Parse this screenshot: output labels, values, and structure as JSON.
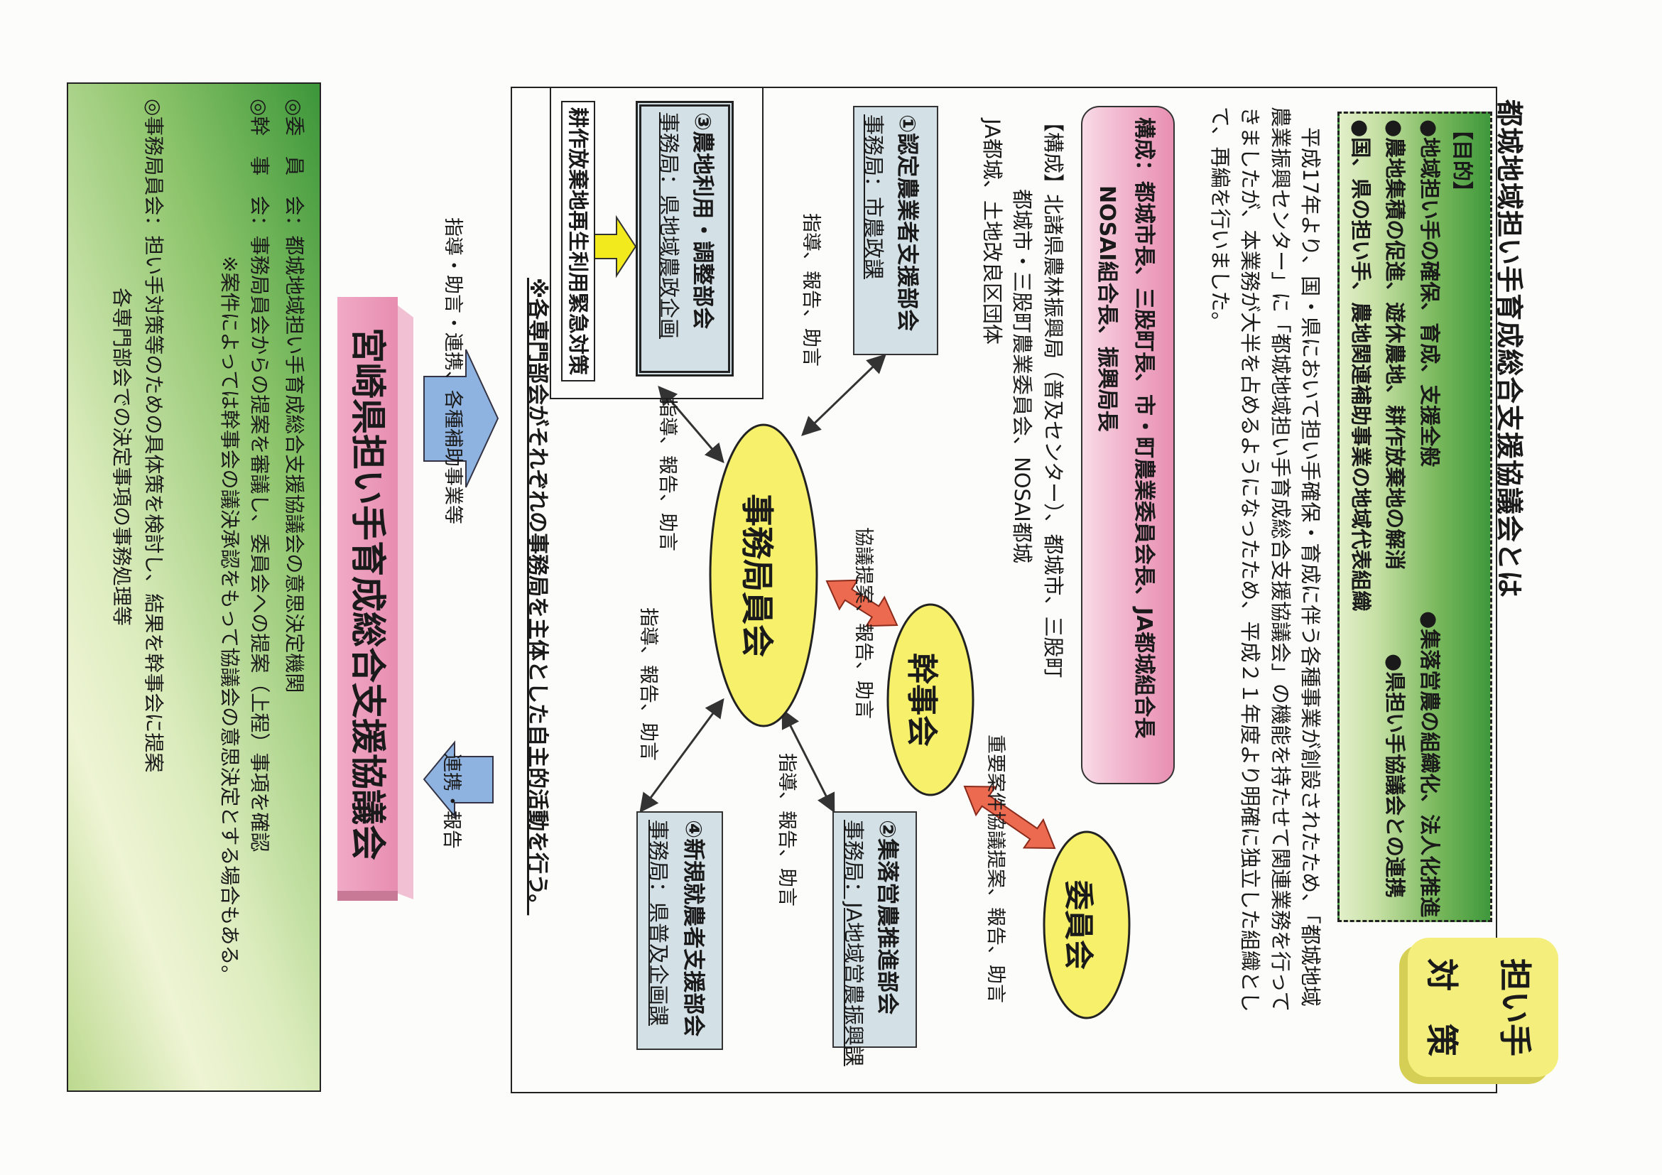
{
  "title": "都城地域担い手育成総合支援協議会とは",
  "badge": {
    "line1": "担い手",
    "line2": "対　策"
  },
  "purpose": {
    "heading": "【目的】",
    "items": [
      "●地域担い手の確保、育成、支援全般",
      "●集落営農の組織化、法人化推進",
      "●農地集積の促進、遊休農地、耕作放棄地の解消",
      "●県担い手協議会との連携",
      "●国、県の担い手、農地関連補助事業の地域代表組織"
    ]
  },
  "intro": {
    "lines": [
      "　平成17年より、国・県において担い手確保・育成に伴う各種事業が創設されたため、「都城地域",
      "農業振興センター」に「都城地域担い手育成総合支援協議会」の機能を持たせて関連業務を行って",
      "きましたが、本業務が大半を占めるようになったため、平成２１年度より明確に独立した組織とし",
      "て、再編を行いました。"
    ]
  },
  "composition_box": {
    "lines": [
      "構成：都城市長、三股町長、市・町農業委員会長、JA都城組合長",
      "NOSAI組合長、振興局長"
    ]
  },
  "composition_list": {
    "lines": [
      "【構成】北諸県農林振興局（普及センター）、都城市、三股町",
      "都城市・三股町農業委員会、NOSAI都城",
      "JA都城、土地改良区団体"
    ]
  },
  "diagram": {
    "secretariat": "事務局員会",
    "executive": "幹事会",
    "committee": "委員会",
    "subcommittees": [
      {
        "title": "①認定農業者支援部会",
        "office": "事務局：市農政課"
      },
      {
        "title": "②集落営農推進部会",
        "office": "事務局：JA地域営農振興課"
      },
      {
        "title": "③農地利用・調整部会",
        "office": "事務局：県地域農政企画"
      },
      {
        "title": "④新規就農者支援部会",
        "office": "事務局：県普及企画課"
      }
    ],
    "emergency_label": "耕作放棄地再生利用緊急対策",
    "labels": {
      "guide1": "指導、報告、助言",
      "guide3": "指導、報告、助言",
      "guide4": "指導、報告、助言",
      "guide2": "指導、報告、助言",
      "exec_link": "協議提案、報告、助言",
      "committee_link": "重要案件協議提案、報告、助言"
    },
    "note": "※各専門部会がそれぞれの事務局を主体とした自主的活動を行う。"
  },
  "prefecture": {
    "name": "宮崎県担い手育成総合支援協議会",
    "arrow_up_label": "指導・助言・連携、各種補助事業等",
    "arrow_down_label": "連携・報告"
  },
  "roles": {
    "lines": [
      "◎委　員　会：都城地域担い手育成総合支援協議会の意思決定機関",
      "◎幹　事　会：事務局員会からの提案を審議し、委員会への提案（上程）事項を確認",
      "※案件によっては幹事会の議決承認をもって協議会の意思決定とする場合もある。",
      "◎事務局員会：担い手対策等のための具体策を検討し、結果を幹事会に提案",
      "各専門部会での決定事項の事務処理等"
    ]
  },
  "colors": {
    "ellipse": "#f6f06a",
    "red_arrow": "#ec6a4f",
    "blue_arrow": "#8fb3e0",
    "box": "#d3e0e6"
  }
}
